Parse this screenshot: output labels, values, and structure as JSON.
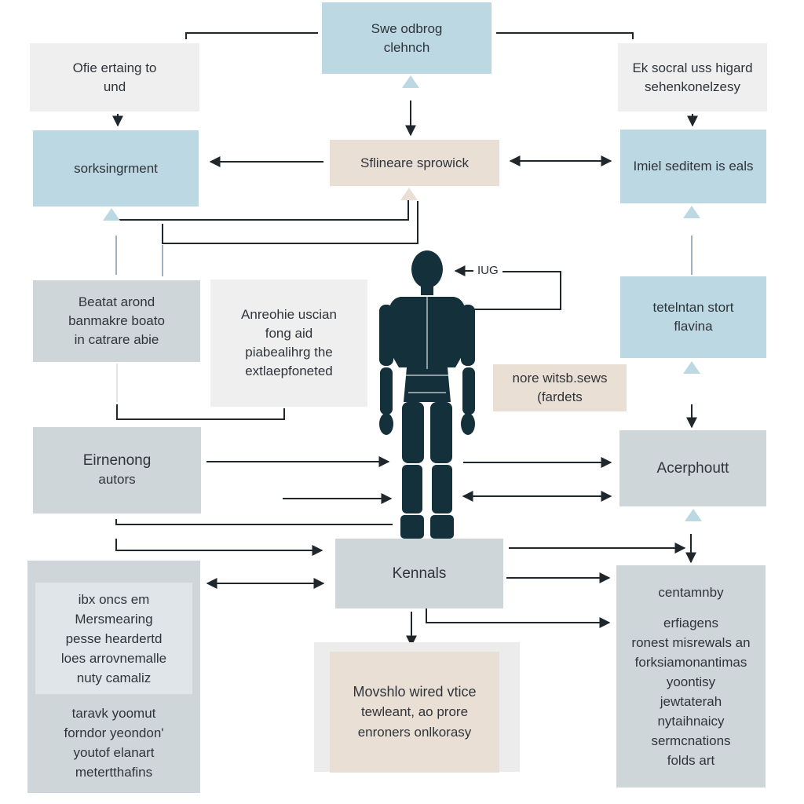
{
  "nodes": {
    "top": [
      "Swe odbrog",
      "clehnch"
    ],
    "top_left": [
      "Ofie ertaing to",
      "und"
    ],
    "top_right": [
      "Ek socral uss higard",
      "sehenkonelzesy"
    ],
    "left_row1": [
      "sorksingrment"
    ],
    "center_row1": [
      "Sflineare sprowick"
    ],
    "right_row1": [
      "Imiel seditem is eals"
    ],
    "left_row2": [
      "Beatat arond",
      "banmakre boato",
      "in catrare abie"
    ],
    "center_left_row2": [
      "Anreohie uscian",
      "fong aid",
      "piabealihrg the",
      "extlaepfoneted"
    ],
    "right_row2": [
      "tetelntan stort",
      "flavina"
    ],
    "center_right_label": [
      "nore witsb.sews",
      "(fardets"
    ],
    "left_row3": [
      "Eirnenong",
      "autors"
    ],
    "right_row3": [
      "Acerphoutt"
    ],
    "center_row4": [
      "Kennals"
    ],
    "left_bottom_upper": [
      "ibx oncs em",
      "Mersmearing",
      "pesse heardertd",
      "loes arrovnemalle",
      "nuty camaliz"
    ],
    "left_bottom_lower": [
      "taravk yoomut",
      "forndor yeondon'",
      "youtof elanart",
      "metertthafins"
    ],
    "center_bottom": [
      "Movshlo wired vtice",
      "tewleant, ao prore",
      "enroners onlkorasy"
    ],
    "right_bottom_title": [
      "centamnby"
    ],
    "right_bottom_body": [
      "erfiagens",
      "ronest misrewals an",
      "forksiamonantimas",
      "yoontisy",
      "jewtaterah",
      "nytaihnaicy",
      "sermcnations",
      "folds art"
    ]
  },
  "figure_label": "IUG",
  "colors": {
    "blue_box": "#bcd8e2",
    "gray_box": "#cfd6da",
    "light_box": "#efefef",
    "peach_box": "#eadfd5",
    "figure": "#13303b",
    "line": "#1f262c"
  }
}
